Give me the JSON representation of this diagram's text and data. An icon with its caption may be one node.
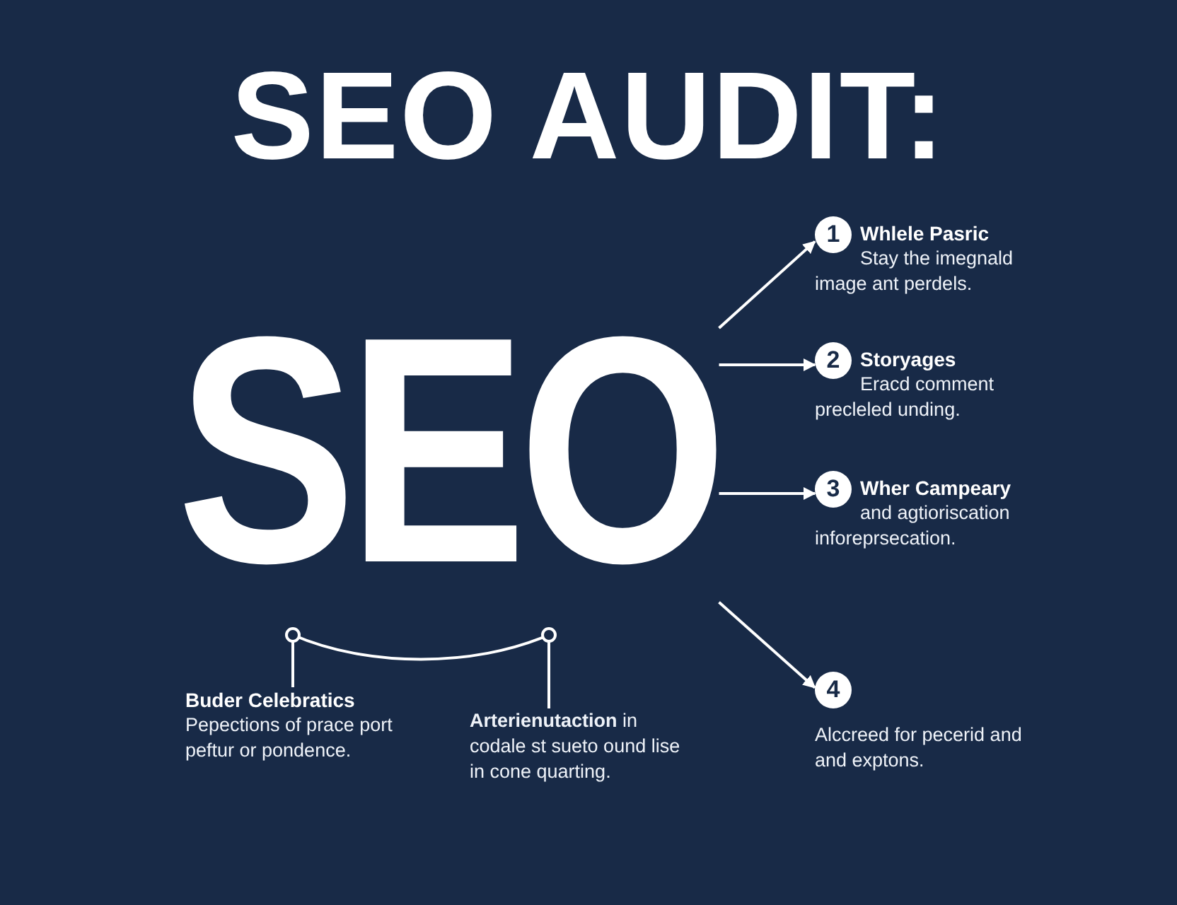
{
  "diagram": {
    "title": "SEO AUDIT:",
    "nodes": [
      {
        "text": [
          "SEO"
        ]
      },
      {
        "text": [
          "1",
          "Whlele Pasric",
          "Stay the imegnald image ant perdels."
        ]
      },
      {
        "text": [
          "2",
          "Storyages",
          "Eracd comment precleled unding."
        ]
      },
      {
        "text": [
          "3",
          "Wher Campeary",
          "and agtioriscation inforeprsecation."
        ]
      },
      {
        "text": [
          "4",
          "Alccreed for pecerid and and exptons."
        ]
      },
      {
        "text": [
          "Buder Celebratics",
          "Pepections of prace port peftur or pondence."
        ]
      },
      {
        "text": [
          "**Arterienutaction** in codale st sueto ound lise in cone quarting."
        ]
      }
    ],
    "edges": [
      {
        "from": 0,
        "to": 1,
        "arrow": "to"
      },
      {
        "from": 0,
        "to": 2,
        "arrow": "to"
      },
      {
        "from": 0,
        "to": 3,
        "arrow": "to"
      },
      {
        "from": 0,
        "to": 4,
        "arrow": "to"
      },
      {
        "from": 5,
        "to": 6,
        "arrow": "other"
      }
    ]
  }
}
